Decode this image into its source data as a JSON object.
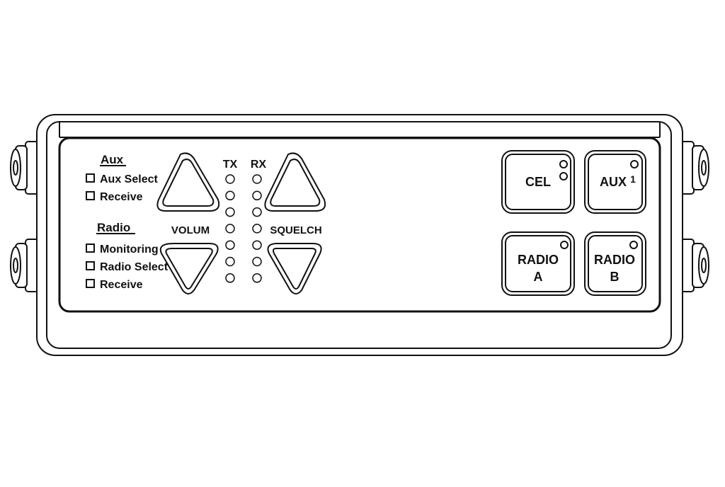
{
  "aux": {
    "heading": "Aux",
    "items": [
      {
        "label": "Aux Select"
      },
      {
        "label": "Receive"
      }
    ]
  },
  "radio": {
    "heading": "Radio",
    "items": [
      {
        "label": "Monitoring"
      },
      {
        "label": "Radio Select"
      },
      {
        "label": "Receive"
      }
    ]
  },
  "volume": {
    "label": "VOLUM"
  },
  "squelch": {
    "label": "SQUELCH"
  },
  "indicators": {
    "tx_label": "TX",
    "rx_label": "RX",
    "tx_led_count": 7,
    "rx_led_count": 7
  },
  "buttons": {
    "cel": {
      "label": "CEL",
      "led_count": 2
    },
    "aux": {
      "label": "AUX",
      "superscript": "1",
      "led_count": 1
    },
    "radio_a": {
      "line1": "RADIO",
      "line2": "A",
      "led_count": 1
    },
    "radio_b": {
      "line1": "RADIO",
      "line2": "B",
      "led_count": 1
    }
  }
}
